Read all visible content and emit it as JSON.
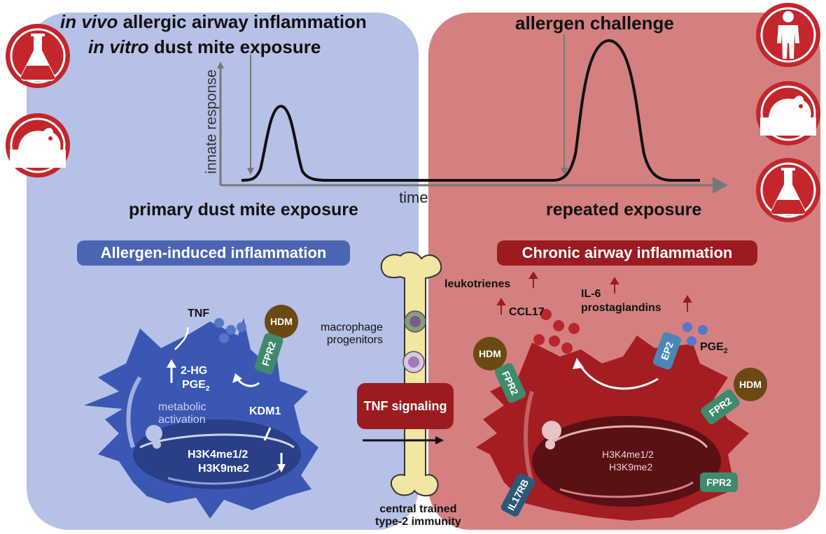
{
  "title_line1_italic": "in vivo",
  "title_line1_rest": " allergic airway inflammation",
  "title_line2_italic": "in vitro",
  "title_line2_rest": " dust mite exposure",
  "allergen_challenge": "allergen challenge",
  "y_axis_label": "innate response",
  "x_axis_label": "time",
  "primary_exposure": "primary dust mite exposure",
  "repeated_exposure": "repeated exposure",
  "left_banner": "Allergen-induced inflammation",
  "right_banner": "Chronic airway inflammation",
  "left_cell": {
    "tnf": "TNF",
    "hdm": "HDM",
    "fpr2": "FPR2",
    "hg": "2-HG",
    "pge": "PGE",
    "pge_sub": "2",
    "metabolic_line1": "metabolic",
    "metabolic_line2": "activation",
    "kdm1": "KDM1",
    "h3k4": "H3K4me1/2",
    "h3k9": "H3K9me2"
  },
  "center": {
    "macrophage_line1": "macrophage",
    "macrophage_line2": "progenitors",
    "tnf_signaling": "TNF signaling",
    "central_line1": "central trained",
    "central_line2": "type-2 immunity"
  },
  "right_cell": {
    "leukotrienes": "leukotrienes",
    "ccl17": "CCL17",
    "il6": "IL-6",
    "prostaglandins": "prostaglandins",
    "ep2": "EP2",
    "pge": "PGE",
    "pge_sub": "2",
    "hdm": "HDM",
    "fpr2": "FPR2",
    "il17rb": "IL17RB",
    "h3k4": "H3K4me1/2",
    "h3k9": "H3K9me2"
  },
  "colors": {
    "left_panel": "#b5c1e6",
    "right_panel": "#d48080",
    "left_banner": "#4a66b3",
    "right_banner": "#9b1b1f",
    "blue_cell": "#3a57b4",
    "red_cell": "#a41d20",
    "icon_red": "#c3262b",
    "receptor_green": "#3f8a6d",
    "hdm_brown": "#6b4a12",
    "il17rb_blue": "#2b5a78",
    "ep2_blue": "#4a86b8",
    "dot_blue": "#5577c8",
    "dot_red": "#b8262b",
    "bone_yellow": "#f2e6a3"
  },
  "icons": [
    "flask-icon",
    "mouse-icon",
    "human-icon",
    "mouse-icon",
    "flask-icon"
  ]
}
